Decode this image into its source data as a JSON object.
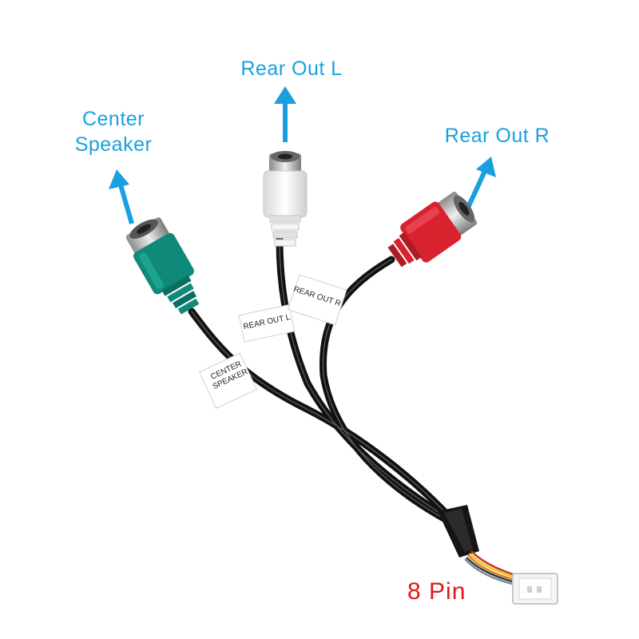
{
  "labels": {
    "rear_out_l": "Rear Out L",
    "center_line1": "Center",
    "center_line2": "Speaker",
    "rear_out_r": "Rear Out R",
    "pin": "8 Pin"
  },
  "cable_tags": {
    "center_line1": "CENTER",
    "center_line2": "SPEAKER",
    "rear_l": "REAR OUT L",
    "rear_r": "REAR OUT R"
  },
  "colors": {
    "arrow": "#1aa0e0",
    "callout_text": "#1aa0e0",
    "pin_text": "#e01818",
    "center_plug": "#0f8a78",
    "rear_l_plug": "#f2f2f2",
    "rear_r_plug": "#d8232f",
    "cable": "#111111"
  }
}
